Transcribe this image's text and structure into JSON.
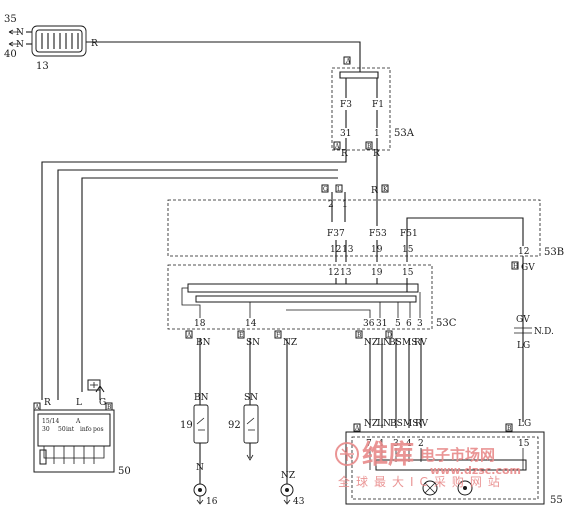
{
  "components": {
    "c13": {
      "id": "13",
      "pins": [
        "35",
        "40"
      ],
      "leads": [
        "N",
        "N"
      ],
      "out_wire": "R"
    },
    "c53a": {
      "id": "53A",
      "fuses": [
        "F3",
        "F1"
      ],
      "terminals": [
        "31",
        "1"
      ],
      "wires": [
        "R",
        "R"
      ],
      "connectors": [
        "A",
        "B"
      ]
    },
    "c53b": {
      "id": "53B",
      "fuses": [
        "F37",
        "F53",
        "F51"
      ],
      "upper_pins": [
        "2",
        "1"
      ],
      "pins_mid": [
        "12",
        "13",
        "19",
        "15",
        "12"
      ],
      "pins_low": [
        "12",
        "13",
        "19",
        "15"
      ],
      "gv_wire": "GV",
      "top_wire": "R"
    },
    "c53c": {
      "id": "53C",
      "pins": [
        "18",
        "14",
        "36",
        "31",
        "5",
        "6",
        "3"
      ],
      "wires": [
        "BN",
        "SN",
        "NZ",
        "NZ",
        "LN",
        "BS",
        "MS",
        "RV"
      ],
      "connectors": [
        "A",
        "E",
        "F",
        "B",
        "D"
      ]
    },
    "c50": {
      "id": "50",
      "pins": [
        "R",
        "L",
        "G"
      ],
      "labels": [
        "15/14",
        "30",
        "50",
        "int",
        "A",
        "info",
        "pos"
      ],
      "connectors": [
        "A",
        "B"
      ]
    },
    "c19": {
      "id": "19",
      "wire_top": "BN",
      "wire_bottom": "N"
    },
    "c92": {
      "id": "92",
      "wire": "SN"
    },
    "c55": {
      "id": "55",
      "pins": [
        "7",
        "1",
        "3",
        "4",
        "2",
        "15"
      ],
      "wires": [
        "NZ",
        "LN",
        "BS",
        "MS",
        "RV",
        "LG"
      ]
    },
    "c16": {
      "id": "16"
    },
    "c43": {
      "id": "43",
      "wire": "NZ"
    },
    "nd": {
      "label": "N.D.",
      "wire_top": "GV",
      "wire_bottom": "LG"
    }
  },
  "watermark": {
    "brand": "维库",
    "name": "电子市场网",
    "url": "www.dzsc.com",
    "slogan": "全球最大IC采购网站"
  }
}
